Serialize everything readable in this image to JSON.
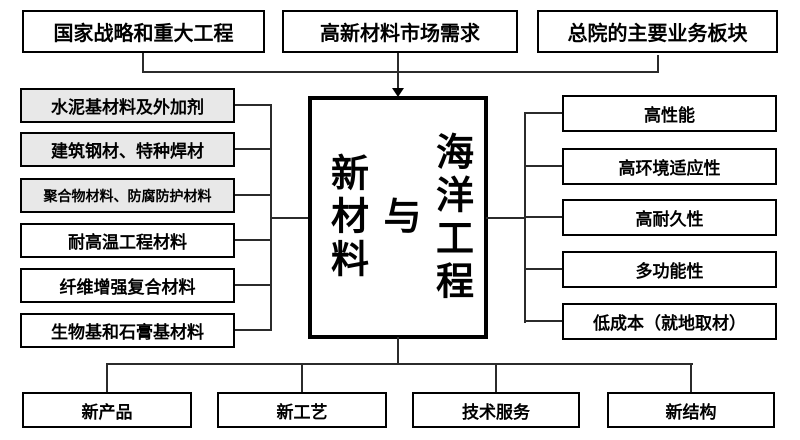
{
  "colors": {
    "background": "#ffffff",
    "box_border": "#000000",
    "shaded_box_fill": "#e8e8e8",
    "connector_line": "#2b2b2b"
  },
  "diagram": {
    "top_row": {
      "items": [
        {
          "label": "国家战略和重大工程"
        },
        {
          "label": "高新材料市场需求"
        },
        {
          "label": "总院的主要业务板块"
        }
      ]
    },
    "center_box": {
      "col_right": "海洋工程",
      "col_middle": "与",
      "col_left": "新材料"
    },
    "left_column": {
      "items": [
        {
          "label": "水泥基材料及外加剂",
          "shaded": true
        },
        {
          "label": "建筑钢材、特种焊材",
          "shaded": true
        },
        {
          "label": "聚合物材料、防腐防护材料",
          "shaded": true
        },
        {
          "label": "耐高温工程材料",
          "shaded": false
        },
        {
          "label": "纤维增强复合材料",
          "shaded": false
        },
        {
          "label": "生物基和石膏基材料",
          "shaded": false
        }
      ]
    },
    "right_column": {
      "items": [
        {
          "label": "高性能"
        },
        {
          "label": "高环境适应性"
        },
        {
          "label": "高耐久性"
        },
        {
          "label": "多功能性"
        },
        {
          "label": "低成本（就地取材）"
        }
      ]
    },
    "bottom_row": {
      "items": [
        {
          "label": "新产品"
        },
        {
          "label": "新工艺"
        },
        {
          "label": "技术服务"
        },
        {
          "label": "新结构"
        }
      ]
    }
  }
}
